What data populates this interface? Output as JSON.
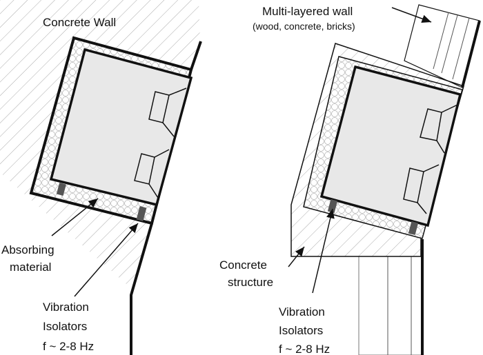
{
  "left_diagram": {
    "wall_label": "Concrete Wall",
    "absorbing_label": [
      "Absorbing",
      "material"
    ],
    "isolator_label": [
      "Vibration",
      "Isolators",
      "f ~ 2-8 Hz"
    ]
  },
  "right_diagram": {
    "wall_label": "Multi-layered wall",
    "wall_sublabel": "(wood, concrete, bricks)",
    "structure_label": [
      "Concrete",
      "structure"
    ],
    "isolator_label": [
      "Vibration",
      "Isolators",
      "f ~ 2-8 Hz"
    ]
  },
  "colors": {
    "room_fill": "#e8e8e8",
    "isolator": "#555555",
    "line": "#111111",
    "hatch": "#999999"
  }
}
